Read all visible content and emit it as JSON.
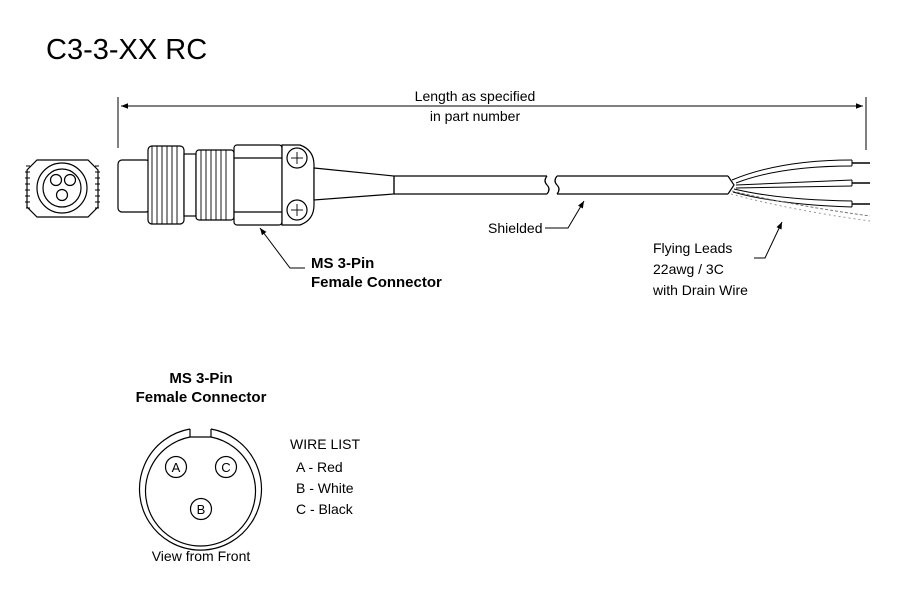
{
  "title": "C3-3-XX RC",
  "length_label": {
    "line1": "Length as specified",
    "line2": "in part number"
  },
  "shielded_label": "Shielded",
  "flying_leads": {
    "line1": "Flying Leads",
    "line2": "22awg / 3C",
    "line3": "with Drain Wire"
  },
  "connector_callout": {
    "line1": "MS 3-Pin",
    "line2": "Female Connector"
  },
  "front_view": {
    "heading1": "MS 3-Pin",
    "heading2": "Female Connector",
    "caption": "View from Front",
    "pins": [
      "A",
      "B",
      "C"
    ]
  },
  "wire_list": {
    "title": "WIRE LIST",
    "items": [
      "A - Red",
      "B - White",
      "C - Black"
    ]
  }
}
